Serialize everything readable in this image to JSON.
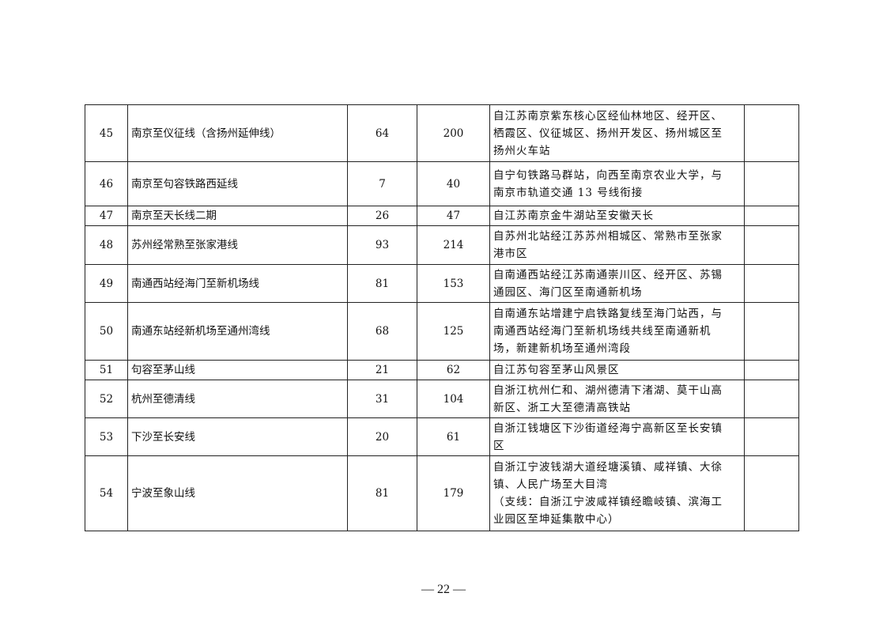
{
  "table": {
    "rows": [
      {
        "no": "45",
        "name": "南京至仪征线（含扬州延伸线）",
        "length": "64",
        "investment": "200",
        "route": "自江苏南京紫东核心区经仙林地区、经开区、\n栖霞区、仪征城区、扬州开发区、扬州城区至\n扬州火车站",
        "note": ""
      },
      {
        "no": "46",
        "name": "南京至句容铁路西延线",
        "length": "7",
        "investment": "40",
        "route": "自宁句铁路马群站，向西至南京农业大学，与\n南京市轨道交通 13 号线衔接",
        "note": ""
      },
      {
        "no": "47",
        "name": "南京至天长线二期",
        "length": "26",
        "investment": "47",
        "route": "自江苏南京金牛湖站至安徽天长",
        "note": ""
      },
      {
        "no": "48",
        "name": "苏州经常熟至张家港线",
        "length": "93",
        "investment": "214",
        "route": "自苏州北站经江苏苏州相城区、常熟市至张家\n港市区",
        "note": ""
      },
      {
        "no": "49",
        "name": "南通西站经海门至新机场线",
        "length": "81",
        "investment": "153",
        "route": "自南通西站经江苏南通崇川区、经开区、苏锡\n通园区、海门区至南通新机场",
        "note": ""
      },
      {
        "no": "50",
        "name": "南通东站经新机场至通州湾线",
        "length": "68",
        "investment": "125",
        "route": "自南通东站增建宁启铁路复线至海门站西，与\n南通西站经海门至新机场线共线至南通新机\n场，新建新机场至通州湾段",
        "note": ""
      },
      {
        "no": "51",
        "name": "句容至茅山线",
        "length": "21",
        "investment": "62",
        "route": "自江苏句容至茅山风景区",
        "note": ""
      },
      {
        "no": "52",
        "name": "杭州至德清线",
        "length": "31",
        "investment": "104",
        "route": "自浙江杭州仁和、湖州德清下渚湖、莫干山高\n新区、浙工大至德清高铁站",
        "note": ""
      },
      {
        "no": "53",
        "name": "下沙至长安线",
        "length": "20",
        "investment": "61",
        "route": "自浙江钱塘区下沙街道经海宁高新区至长安镇\n区",
        "note": ""
      },
      {
        "no": "54",
        "name": "宁波至象山线",
        "length": "81",
        "investment": "179",
        "route": "自浙江宁波钱湖大道经塘溪镇、咸祥镇、大徐\n镇、人民广场至大目湾\n（支线：自浙江宁波咸祥镇经瞻岐镇、滨海工\n业园区至坤延集散中心）",
        "note": ""
      }
    ]
  },
  "footer": {
    "page_number": "— 22 —"
  }
}
